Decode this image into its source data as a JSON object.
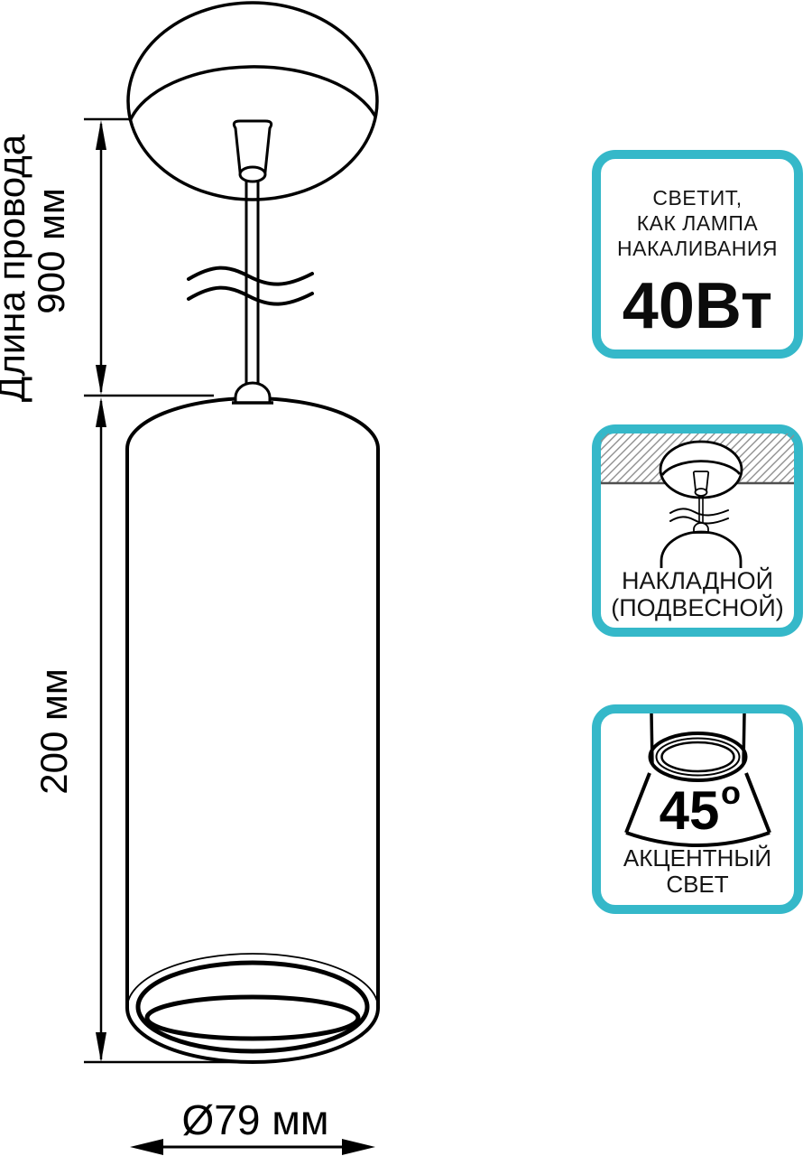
{
  "colors": {
    "accent": "#35b8c9",
    "ink": "#000000",
    "hatch": "#8f8f8f"
  },
  "diagram": {
    "wire_length_label": "Длина провода",
    "wire_length_value": "900 мм",
    "body_height_value": "200 мм",
    "diameter_value": "Ø79 мм"
  },
  "badges": {
    "wattage": {
      "caption_line1": "СВЕТИТ,",
      "caption_line2": "КАК ЛАМПА",
      "caption_line3": "НАКАЛИВАНИЯ",
      "value": "40Вт"
    },
    "mount": {
      "icon": "pendant-lamp-under-ceiling-icon",
      "caption_line1": "НАКЛАДНОЙ",
      "caption_line2": "(ПОДВЕСНОЙ)"
    },
    "beam": {
      "icon": "light-beam-angle-icon",
      "angle": "45",
      "degree": "o",
      "caption_line1": "АКЦЕНТНЫЙ",
      "caption_line2": "СВЕТ"
    }
  }
}
